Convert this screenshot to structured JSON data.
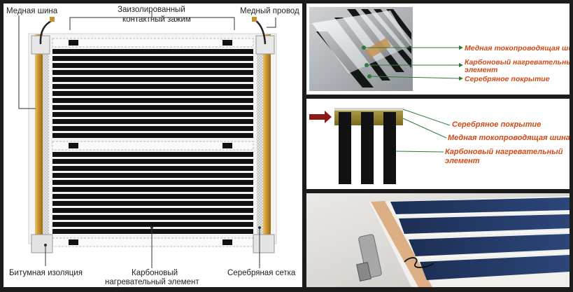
{
  "left_diagram": {
    "labels": {
      "copper_bus": "Медная шина",
      "insulated_clamp_line1": "Заизолированный",
      "insulated_clamp_line2": "контактный зажим",
      "copper_wire": "Медный провод",
      "bitumen_insulation": "Битумная изоляция",
      "carbon_element_line1": "Карбоновый",
      "carbon_element_line2": "нагревательный элемент",
      "silver_mesh": "Серебряная сетка"
    }
  },
  "photo_closeup": {
    "labels": {
      "copper_bus": "Медная токопроводящая шина",
      "carbon_line1": "Карбоновый нагревательный",
      "carbon_line2": "элемент",
      "silver_coating": "Серебряное покрытие"
    }
  },
  "cross_section": {
    "labels": {
      "silver_coating": "Серебряное покрытие",
      "copper_bus": "Медная токопроводящая шина",
      "carbon_line1": "Карбоновый нагревательный",
      "carbon_line2": "элемент"
    }
  },
  "colors": {
    "accent_orange": "#d04a16",
    "arrow_red": "#8b1a1a",
    "carbon_black": "#111111",
    "copper_gold": "#c8902c",
    "pointer_green": "#2f7a3a"
  }
}
